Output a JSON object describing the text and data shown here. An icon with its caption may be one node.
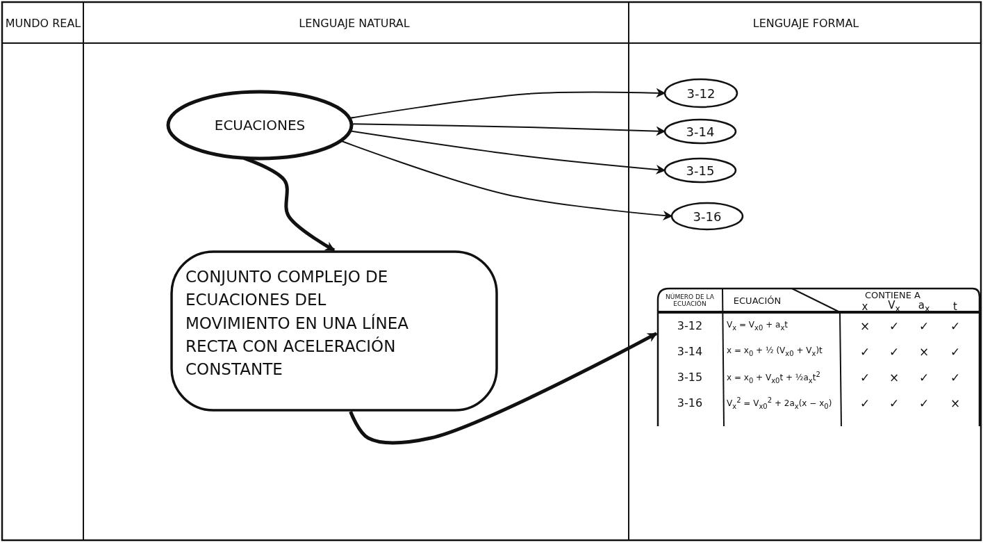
{
  "diagram": {
    "nodes": [
      {
        "text": [
          "ECUACIONES"
        ]
      },
      {
        "text": [
          "3-12"
        ]
      },
      {
        "text": [
          "3-14"
        ]
      },
      {
        "text": [
          "3-15"
        ]
      },
      {
        "text": [
          "3-16"
        ]
      },
      {
        "text": [
          "CONJUNTO COMPLEJO DE ECUACIONES DEL MOVIMIENTO EN UNA LÍNEA RECTA CON ACELERACIÓN CONSTANTE"
        ]
      },
      {
        "text": [
          "NÚMERO DE LA ECUACIÓN",
          "ECUACIÓN",
          "CONTIENE A",
          "x",
          "V$_{x}$",
          "a$_{x}$",
          "t",
          "3-12",
          "V$_{x}$ = V$_{x0}$ + a$_{x}$t",
          "×",
          "✓",
          "✓",
          "✓",
          "3-14",
          "x = x$_{0}$ + ½ (V$_{x0}$ + V$_{x}$)t",
          "✓",
          "✓",
          "×",
          "✓",
          "3-15",
          "x = x$_{0}$ + V$_{x0}$t + ½a$_{x}$t$^{2}$",
          "✓",
          "×",
          "✓",
          "✓",
          "3-16",
          "V$_{x}$$^{2}$ = V$_{x0}$$^{2}$ + 2a$_{x}$(x − x$_{0}$)",
          "✓",
          "✓",
          "✓",
          "×"
        ]
      }
    ],
    "edges": [
      {
        "from": 0,
        "to": 1,
        "arrow": "to"
      },
      {
        "from": 0,
        "to": 2,
        "arrow": "to"
      },
      {
        "from": 0,
        "to": 3,
        "arrow": "to"
      },
      {
        "from": 0,
        "to": 4,
        "arrow": "to"
      },
      {
        "from": 0,
        "to": 5,
        "arrow": "to",
        "style": "thick"
      },
      {
        "from": 5,
        "to": 6,
        "arrow": "to",
        "style": "thick"
      }
    ],
    "labels": [
      "MUNDO REAL",
      "LENGUAJE NATURAL",
      "LENGUAJE FORMAL"
    ]
  }
}
